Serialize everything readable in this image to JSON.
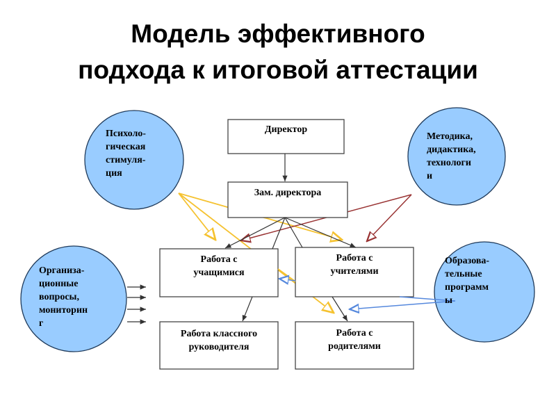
{
  "title": {
    "line1": "Модель эффективного",
    "line2": "подхода к итоговой аттестации"
  },
  "colors": {
    "circle_fill": "#99ccff",
    "yellow_arrow": "#f5c230",
    "red_arrow": "#993333",
    "blue_arrow": "#5588dd"
  },
  "circles": {
    "psych": "Психоло-\nгическая\nстимуля-\nция",
    "method": "Методика,\nдидактика,\nтехнологи\nи",
    "org": "Организа-\nционные\nвопросы,\nмониторин\nг",
    "edu": "Образова-\nтельные\nпрограмм\nы"
  },
  "boxes": {
    "director": "Директор",
    "deputy": "Зам. директора",
    "students": "Работа с\nучащимися",
    "teachers": "Работа с\nучителями",
    "class_teacher": "Работа классного\nруководителя",
    "parents": "Работа с\nродителями"
  }
}
